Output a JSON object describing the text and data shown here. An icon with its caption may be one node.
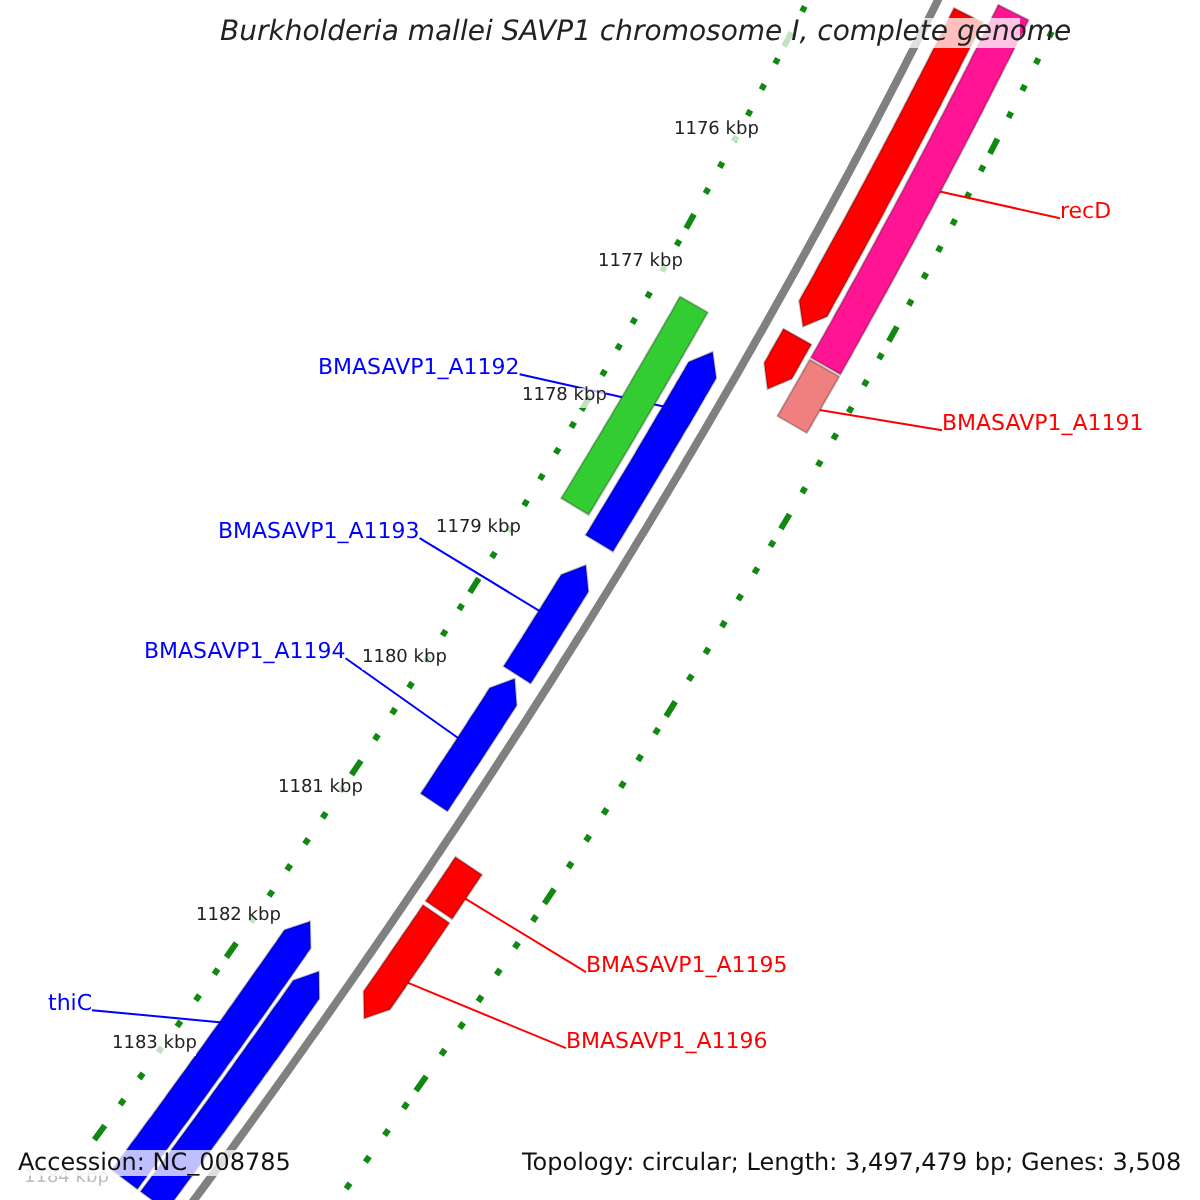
{
  "diagram": {
    "title": "Burkholderia mallei SAVP1 chromosome I, complete genome",
    "nodes": [
      {
        "text": [
          "recD"
        ]
      },
      {
        "text": [],
        "shape": "bar"
      },
      {
        "text": [
          "BMASAVP1_A1191"
        ]
      },
      {
        "text": [],
        "shape": "bar"
      },
      {
        "text": [
          "BMASAVP1_A1192"
        ]
      },
      {
        "text": [],
        "shape": "bar"
      },
      {
        "text": [
          "BMASAVP1_A1193"
        ]
      },
      {
        "text": [],
        "shape": "bar"
      },
      {
        "text": [
          "BMASAVP1_A1194"
        ]
      },
      {
        "text": [],
        "shape": "bar"
      },
      {
        "text": [
          "BMASAVP1_A1195"
        ]
      },
      {
        "text": [],
        "shape": "bar"
      },
      {
        "text": [
          "BMASAVP1_A1196"
        ]
      },
      {
        "text": [],
        "shape": "bar"
      },
      {
        "text": [
          "thiC"
        ]
      },
      {
        "text": [],
        "shape": "bar"
      },
      {
        "text": [],
        "shape": "bar"
      },
      {
        "text": [],
        "shape": "bar"
      },
      {
        "text": [],
        "shape": "bar"
      },
      {
        "text": [],
        "shape": "bar"
      }
    ],
    "edges": [
      {
        "from": 0,
        "to": 1,
        "arrow": "none",
        "color": "#ff0000"
      },
      {
        "from": 2,
        "to": 3,
        "arrow": "none",
        "color": "#ff0000"
      },
      {
        "from": 4,
        "to": 5,
        "arrow": "none",
        "color": "#0000ff"
      },
      {
        "from": 6,
        "to": 7,
        "arrow": "none",
        "color": "#0000ff"
      },
      {
        "from": 8,
        "to": 9,
        "arrow": "none",
        "color": "#0000ff"
      },
      {
        "from": 10,
        "to": 11,
        "arrow": "none",
        "color": "#ff0000"
      },
      {
        "from": 12,
        "to": 13,
        "arrow": "none",
        "color": "#ff0000"
      },
      {
        "from": 14,
        "to": 15,
        "arrow": "none",
        "color": "#0000ff"
      }
    ],
    "labels": [
      "1176 kbp",
      "1177 kbp",
      "1178 kbp",
      "1179 kbp",
      "1180 kbp",
      "1181 kbp",
      "1182 kbp",
      "1183 kbp",
      "1184 kbp",
      "Accession: NC_008785",
      "Topology: circular; Length: 3,497,479 bp; Genes: 3,508"
    ]
  }
}
